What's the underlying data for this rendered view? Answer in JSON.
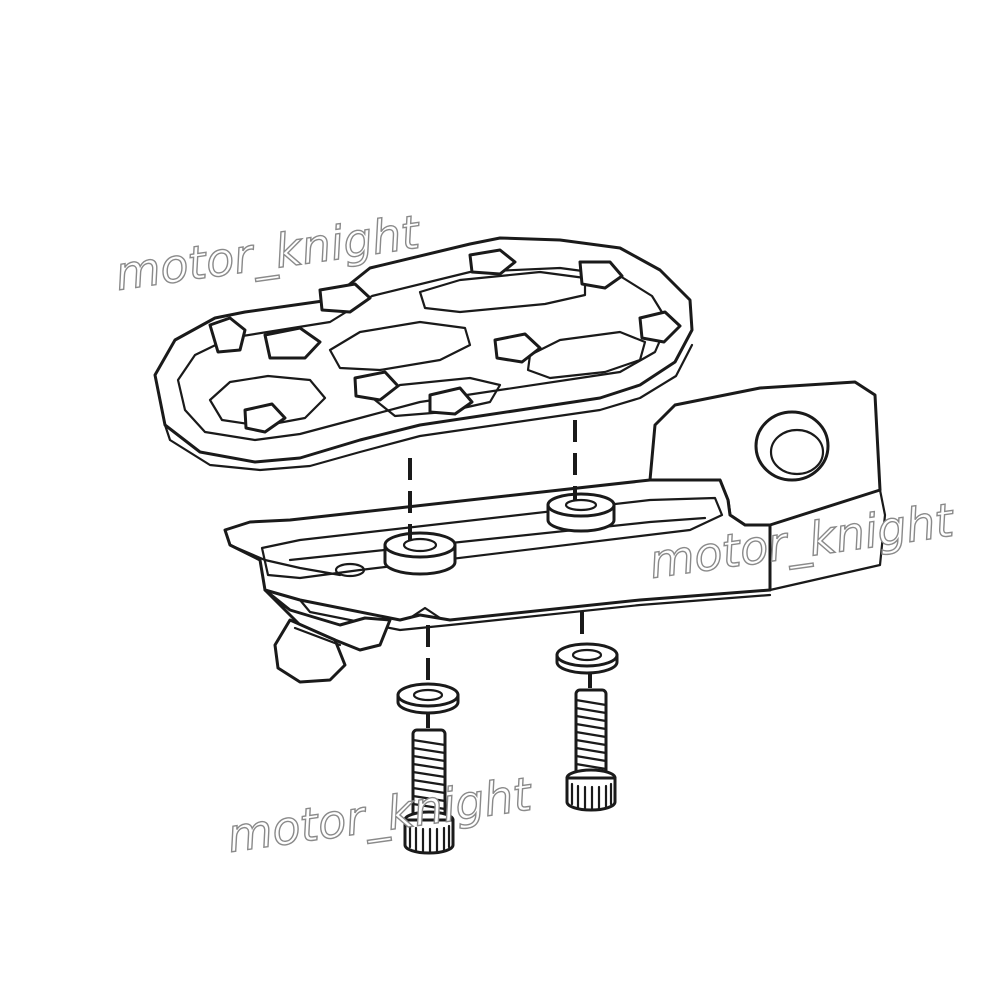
{
  "diagram": {
    "watermark_text": "motor_knight",
    "line_color": "#1a1a1a",
    "watermark_color": "#8a8a8a",
    "parts": [
      "footpeg-pad",
      "footpeg-base",
      "washer",
      "washer",
      "socket-cap-screw",
      "socket-cap-screw"
    ]
  }
}
